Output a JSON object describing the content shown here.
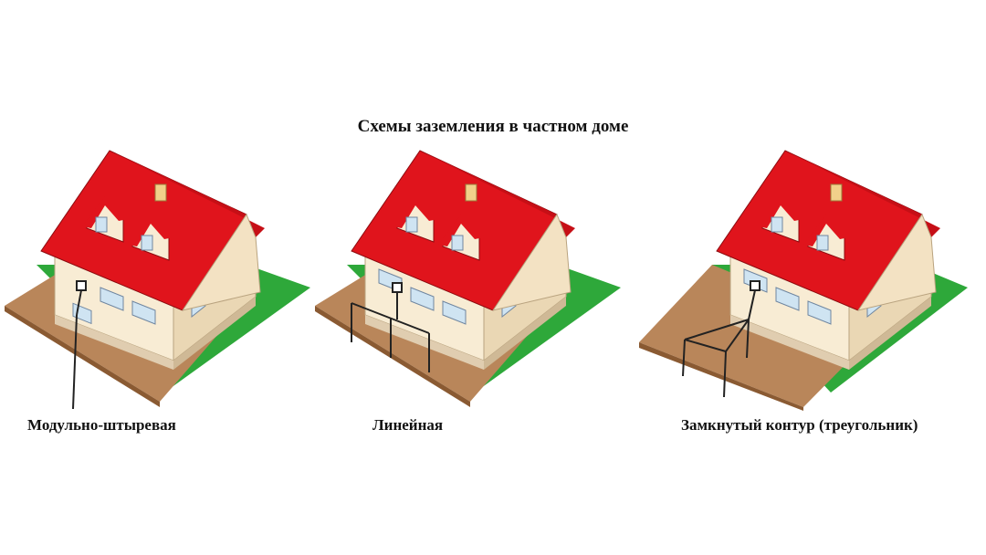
{
  "title": "Схемы заземления в частном доме",
  "schemes": [
    {
      "label": "Модульно-штыревая"
    },
    {
      "label": "Линейная"
    },
    {
      "label": "Замкнутый контур (треугольник)"
    }
  ],
  "colors": {
    "roof": "#e0141c",
    "wall": "#f8ecd4",
    "wall_shadow": "#ead7b4",
    "ground": "#b9865a",
    "ground_dark": "#8a5a32",
    "grass": "#2ea83a",
    "window": "#cfe4f2",
    "conductor": "#222222"
  }
}
